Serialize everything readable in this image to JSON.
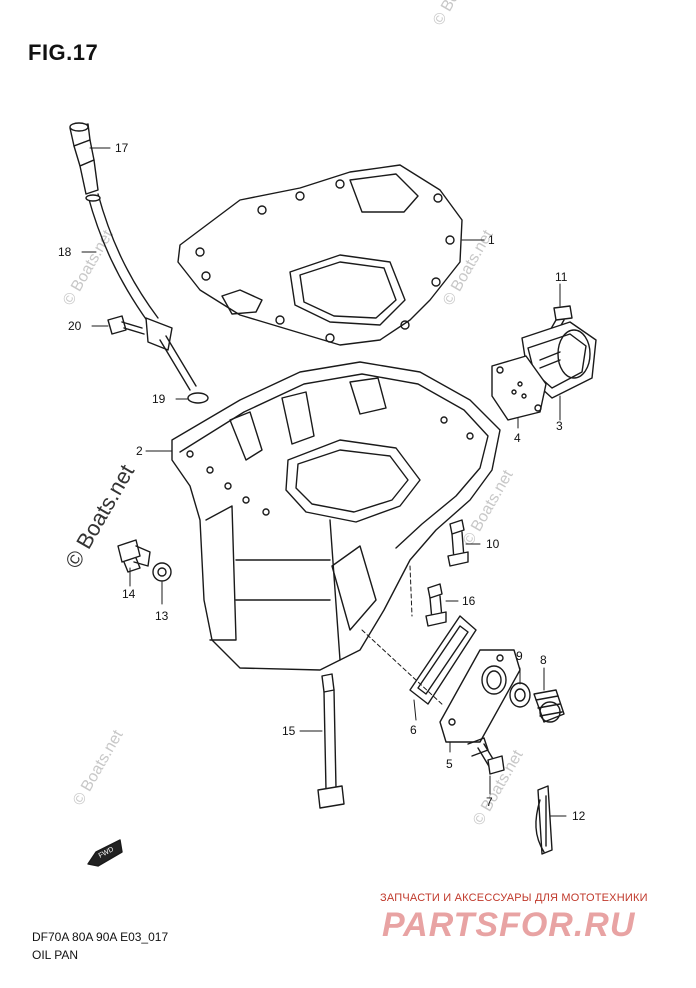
{
  "figure": {
    "title": "FIG.17",
    "code": "DF70A 80A 90A E03_017",
    "name": "OIL PAN"
  },
  "callouts": [
    {
      "id": "17",
      "label": "17"
    },
    {
      "id": "18",
      "label": "18"
    },
    {
      "id": "1",
      "label": "1"
    },
    {
      "id": "11",
      "label": "11"
    },
    {
      "id": "20",
      "label": "20"
    },
    {
      "id": "19",
      "label": "19"
    },
    {
      "id": "2",
      "label": "2"
    },
    {
      "id": "4",
      "label": "4"
    },
    {
      "id": "3",
      "label": "3"
    },
    {
      "id": "10",
      "label": "10"
    },
    {
      "id": "14",
      "label": "14"
    },
    {
      "id": "13",
      "label": "13"
    },
    {
      "id": "16",
      "label": "16"
    },
    {
      "id": "9",
      "label": "9"
    },
    {
      "id": "8",
      "label": "8"
    },
    {
      "id": "15",
      "label": "15"
    },
    {
      "id": "6",
      "label": "6"
    },
    {
      "id": "5",
      "label": "5"
    },
    {
      "id": "7",
      "label": "7"
    },
    {
      "id": "12",
      "label": "12"
    }
  ],
  "fwd_marker": "FWD",
  "watermarks": {
    "boats": "© Boats.net",
    "ru_caption": "ЗАПЧАСТИ И АКСЕССУАРЫ ДЛЯ МОТОТЕХНИКИ",
    "ru_logo": "PARTSFOR.RU"
  },
  "colors": {
    "line": "#1a1a1a",
    "watermark_gray": "#c8c8c8",
    "watermark_red": "#c0392b"
  }
}
